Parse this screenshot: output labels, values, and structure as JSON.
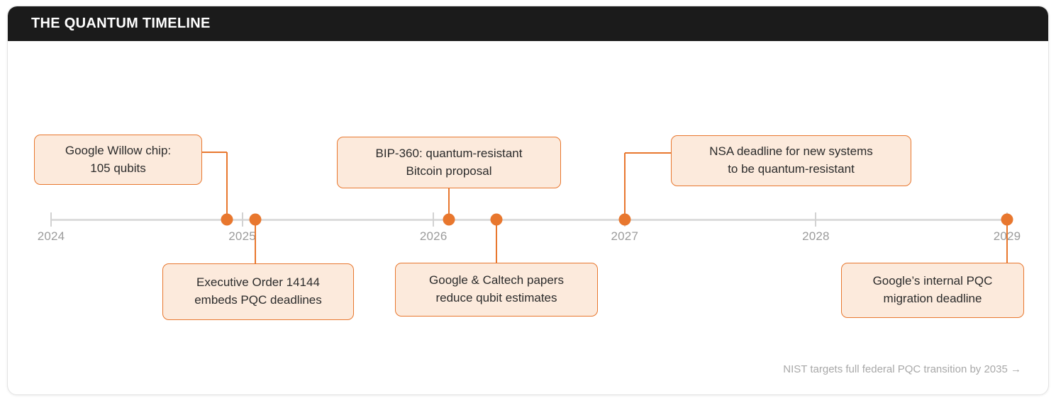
{
  "header": {
    "title": "THE QUANTUM TIMELINE",
    "background_color": "#1b1b1b",
    "text_color": "#ffffff"
  },
  "theme": {
    "accent_color": "#e8772e",
    "callout_fill": "#fceadc",
    "axis_color": "#dcdcdc",
    "year_label_color": "#9b9b9b",
    "card_background": "#ffffff",
    "footer_text_color": "#a8a8a8"
  },
  "chart_data": {
    "type": "timeline",
    "title": "THE QUANTUM TIMELINE",
    "xlabel": "",
    "ylabel": "",
    "axis_years": [
      2024,
      2025,
      2026,
      2027,
      2028,
      2029
    ],
    "axis_tick_labels": [
      "2024",
      "2025",
      "2026",
      "2027",
      "2028",
      "2029"
    ],
    "xlim": [
      2024,
      2029
    ],
    "grid": false,
    "legend": "none",
    "events": [
      {
        "id": "google-willow",
        "label_lines": [
          "Google Willow chip:",
          "105 qubits"
        ],
        "year_position": 2024.92,
        "side": "above",
        "connector": "elbow-right"
      },
      {
        "id": "executive-order-14144",
        "label_lines": [
          "Executive Order 14144",
          "embeds PQC deadlines"
        ],
        "year_position": 2025.07,
        "side": "below",
        "connector": "straight"
      },
      {
        "id": "bip-360",
        "label_lines": [
          "BIP-360: quantum-resistant",
          "Bitcoin proposal"
        ],
        "year_position": 2026.08,
        "side": "above",
        "connector": "straight"
      },
      {
        "id": "google-caltech-papers",
        "label_lines": [
          "Google & Caltech papers",
          "reduce qubit estimates"
        ],
        "year_position": 2026.33,
        "side": "below",
        "connector": "straight"
      },
      {
        "id": "nsa-deadline",
        "label_lines": [
          "NSA deadline for new systems",
          "to be quantum-resistant"
        ],
        "year_position": 2027.0,
        "side": "above",
        "connector": "elbow-left"
      },
      {
        "id": "google-pqc-migration",
        "label_lines": [
          "Google’s internal PQC",
          "migration deadline"
        ],
        "year_position": 2029.0,
        "side": "below",
        "connector": "straight"
      }
    ]
  },
  "footer": {
    "note": "NIST targets full federal PQC transition by 2035 →"
  }
}
